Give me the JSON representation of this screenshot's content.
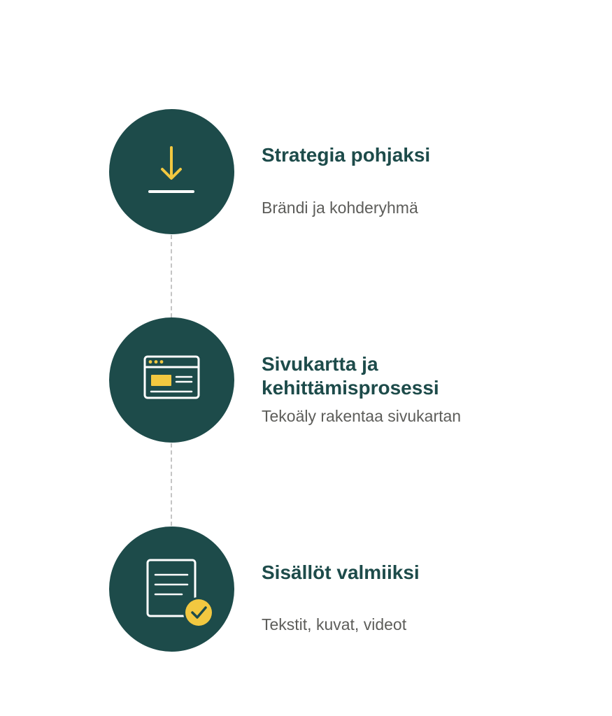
{
  "colors": {
    "circle": "#1d4b4a",
    "accent": "#f2c840",
    "title": "#1d4b4a",
    "description": "#5d5d5a",
    "connector": "#c4c4c4"
  },
  "steps": [
    {
      "icon": "download-icon",
      "title": "Strategia pohjaksi",
      "description": "Brändi ja kohderyhmä"
    },
    {
      "icon": "browser-window-icon",
      "title_line1": "Sivukartta ja",
      "title_line2": "kehittämisprosessi",
      "description": "Tekoäly rakentaa sivukartan"
    },
    {
      "icon": "document-check-icon",
      "title": "Sisällöt valmiiksi",
      "description": "Tekstit, kuvat, videot"
    }
  ]
}
